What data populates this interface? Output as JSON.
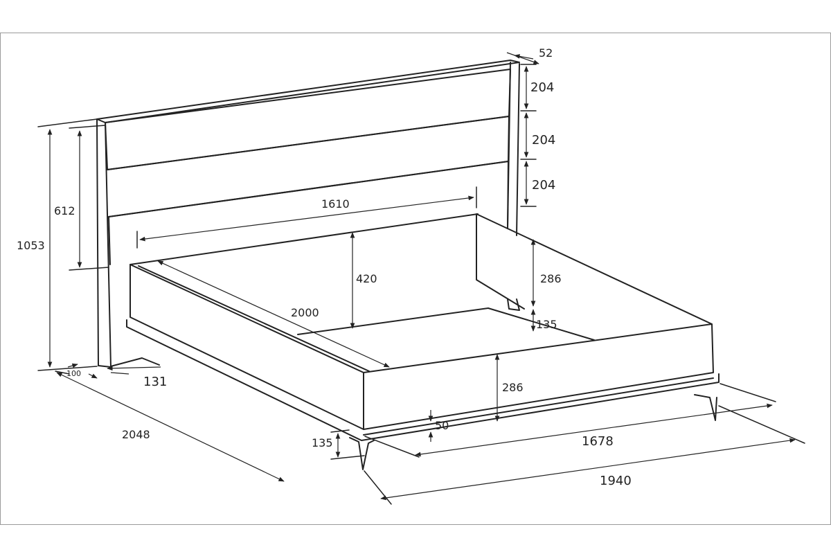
{
  "dimensions": {
    "headboard_thickness": "52",
    "panel_top": "204",
    "panel_mid": "204",
    "panel_bottom": "204",
    "headboard_height": "612",
    "total_height": "1053",
    "inner_width": "1610",
    "headboard_above_rail": "420",
    "inner_length": "2000",
    "side_rail_height": "286",
    "rail_gap": "135",
    "front_rail_height": "286",
    "base_thickness": "50",
    "leg_height": "135",
    "front_width": "1678",
    "total_width": "1940",
    "total_length": "2048",
    "post_depth": "100",
    "post_offset": "131"
  },
  "colors": {
    "line": "#222222",
    "frame": "#9a9a9a",
    "background": "#ffffff"
  }
}
